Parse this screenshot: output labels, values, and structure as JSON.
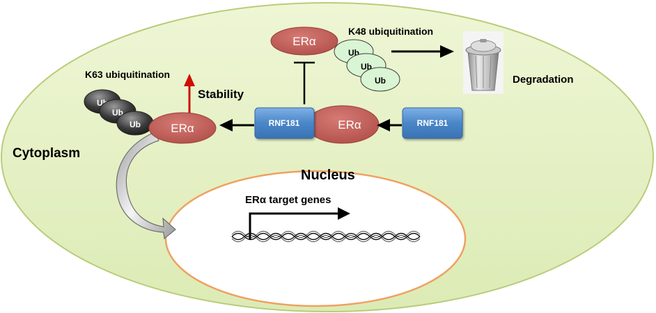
{
  "labels": {
    "cytoplasm": "Cytoplasm",
    "nucleus": "Nucleus",
    "target_genes": "ERα target genes",
    "k63": "K63 ubiquitination",
    "k48": "K48 ubiquitination",
    "stability": "Stability",
    "degradation": "Degradation"
  },
  "proteins": {
    "era_top": "ERα",
    "era_center": "ERα",
    "era_left": "ERα",
    "rnf181_center": "RNF181",
    "rnf181_right": "RNF181"
  },
  "ubiquitin": {
    "k63_chain": [
      "Ub",
      "Ub",
      "Ub"
    ],
    "k48_chain": [
      "Ub",
      "Ub",
      "Ub"
    ]
  },
  "colors": {
    "cytoplasm_fill": "#e5f1c6",
    "cytoplasm_stroke": "#b9cc7a",
    "nucleus_stroke": "#f0a060",
    "era_fill": "#c25f5a",
    "rnf181_fill": "#4a86c8",
    "k48_ub_fill": "#d9f5d4",
    "k63_ub_fill": "#333333",
    "stability_arrow": "#cc1100"
  },
  "icons": {
    "degradation": "trash-can-icon",
    "flow": "curved-arrow-icon",
    "dna": "dna-helix-icon"
  }
}
